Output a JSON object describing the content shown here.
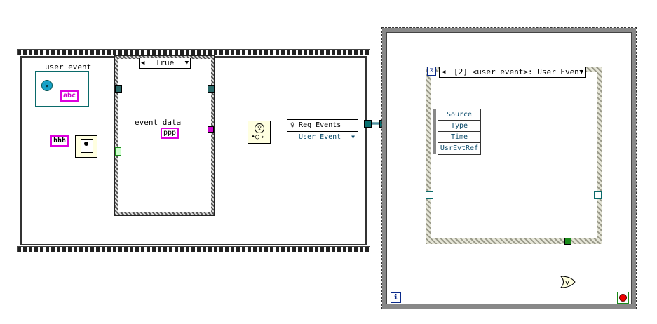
{
  "case_structure": {
    "selector_value": "True"
  },
  "cluster": {
    "label": "user event",
    "string_constant": "abc"
  },
  "event_data": {
    "label": "event data",
    "value": "ppp"
  },
  "string_constant": {
    "value": "hhh"
  },
  "register": {
    "title": "Reg Events",
    "item": "User Event"
  },
  "event_structure": {
    "selector": "[2] <user event>: User Event"
  },
  "unbundle_items": [
    "Source",
    "Type",
    "Time",
    "UsrEvtRef"
  ],
  "loop_iteration": "i",
  "colors": {
    "user_event_wire": "#5a3fb0",
    "string_wire": "#d000d0",
    "refnum_wire": "#0a7070",
    "bool_wire": "#1a8a1a"
  }
}
